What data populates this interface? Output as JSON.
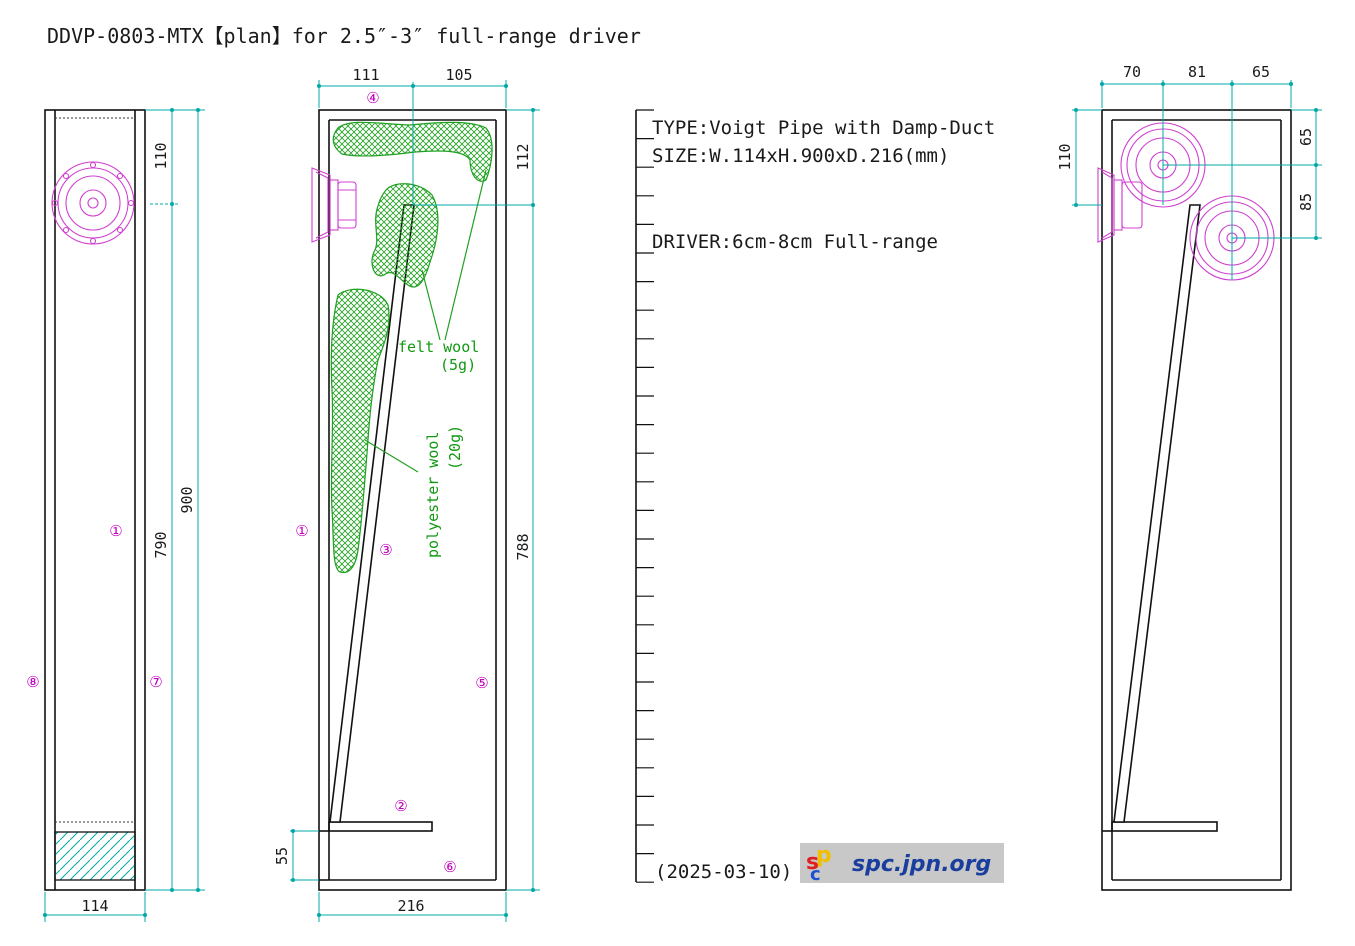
{
  "title": "DDVP-0803-MTX【plan】for 2.5″-3″ full-range driver",
  "specs": {
    "type": "TYPE:Voigt Pipe with Damp-Duct",
    "size": "SIZE:W.114xH.900xD.216(mm)",
    "driver": "DRIVER:6cm-8cm Full-range",
    "date": "(2025-03-10)"
  },
  "logo": {
    "text": "spc.jpn.org",
    "colors": {
      "s": "#e02020",
      "p": "#f0c000",
      "c": "#2050d0"
    }
  },
  "colors": {
    "outline": "#111111",
    "dimension": "#00a8a8",
    "driver": "#d040d0",
    "wool": "#20a020",
    "part_label": "#c000c0"
  },
  "front_view": {
    "dims": {
      "width": "114",
      "height": "900",
      "upper": "110",
      "lower": "790"
    },
    "parts": {
      "front": "①",
      "side_right": "⑦",
      "side_left": "⑧"
    }
  },
  "side_view": {
    "dims": {
      "depth": "216",
      "top_left": "111",
      "top_right": "105",
      "upper": "112",
      "lower": "788",
      "base_gap": "55"
    },
    "parts": {
      "p1": "①",
      "p2": "②",
      "p3": "③",
      "p4": "④",
      "p5": "⑤",
      "p6": "⑥"
    },
    "labels": {
      "felt_wool": "felt wool",
      "felt_wool_weight": "(5g)",
      "poly_wool": "polyester wool",
      "poly_wool_weight": "(20g)"
    }
  },
  "alt_view": {
    "dims": {
      "top_a": "70",
      "top_b": "81",
      "top_c": "65",
      "left": "110",
      "right_a": "65",
      "right_b": "85"
    }
  }
}
